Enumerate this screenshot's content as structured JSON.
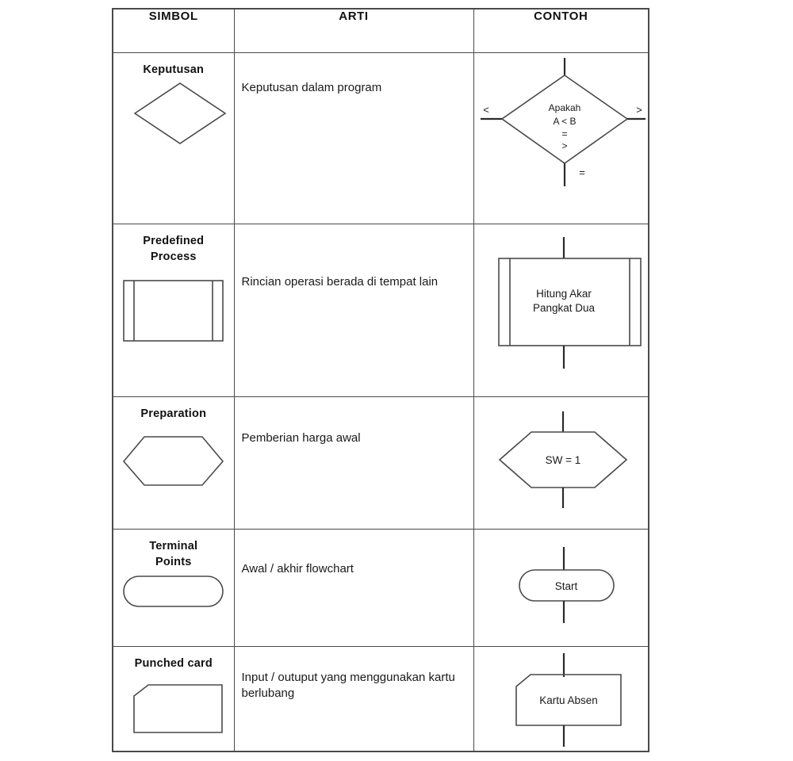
{
  "table": {
    "headers": [
      "SIMBOL",
      "ARTI",
      "CONTOH"
    ],
    "rows": [
      {
        "symbol_name": "Keputusan",
        "symbol_shape": "diamond",
        "meaning": "Keputusan dalam program",
        "example_shape": "decision-diamond",
        "example_lines": [
          "Apakah",
          "A  <  B",
          "=",
          ">"
        ],
        "example_edge_labels": {
          "left": "<",
          "right": ">",
          "bottom": "="
        }
      },
      {
        "symbol_name": "Predefined\nProcess",
        "symbol_name_line1": "Predefined",
        "symbol_name_line2": "Process",
        "symbol_shape": "predefined-process",
        "meaning": "Rincian  operasi  berada  di  tempat lain",
        "example_shape": "predefined-process",
        "example_lines": [
          "Hitung Akar",
          "Pangkat Dua"
        ]
      },
      {
        "symbol_name": "Preparation",
        "symbol_shape": "hexagon",
        "meaning": "Pemberian harga awal",
        "example_shape": "hexagon",
        "example_lines": [
          "SW = 1"
        ]
      },
      {
        "symbol_name": "Terminal\nPoints",
        "symbol_name_line1": "Terminal",
        "symbol_name_line2": "Points",
        "symbol_shape": "stadium",
        "meaning": "Awal / akhir flowchart",
        "example_shape": "stadium",
        "example_lines": [
          "Start"
        ]
      },
      {
        "symbol_name": "Punched card",
        "symbol_shape": "punched-card",
        "meaning": "Input / outuput yang menggunakan kartu berlubang",
        "example_shape": "punched-card",
        "example_lines": [
          "Kartu Absen"
        ]
      }
    ]
  },
  "colors": {
    "border": "#4a4a4a",
    "shape_stroke": "#4a4a4a",
    "connector": "#2b2b2b",
    "text": "#1a1a1a",
    "background": "#ffffff"
  }
}
